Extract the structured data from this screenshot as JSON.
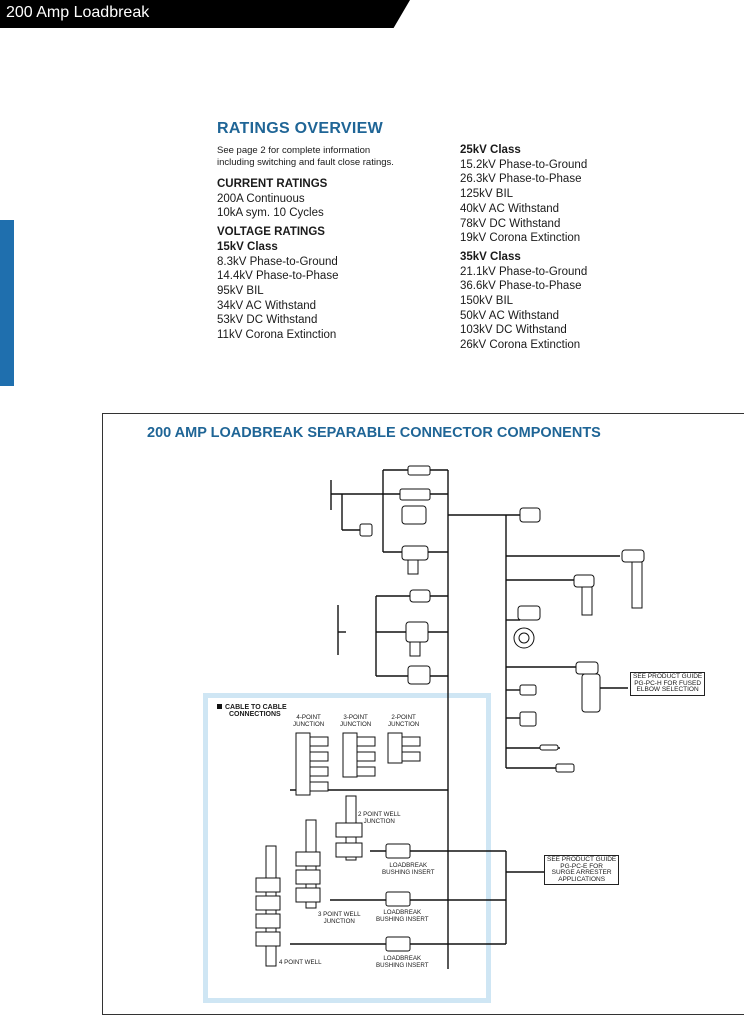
{
  "header": {
    "title": "200 Amp Loadbreak"
  },
  "ratings": {
    "title": "RATINGS OVERVIEW",
    "note_line1": "See page 2 for complete information",
    "note_line2": "including switching and fault close ratings.",
    "current_heading": "CURRENT RATINGS",
    "current_items": [
      "200A Continuous",
      "10kA sym. 10 Cycles"
    ],
    "voltage_heading": "VOLTAGE RATINGS",
    "class15": {
      "heading": "15kV Class",
      "items": [
        "8.3kV Phase-to-Ground",
        "14.4kV Phase-to-Phase",
        "95kV BIL",
        "34kV AC Withstand",
        "53kV DC Withstand",
        "11kV Corona Extinction"
      ]
    },
    "class25": {
      "heading": "25kV Class",
      "items": [
        "15.2kV Phase-to-Ground",
        "26.3kV Phase-to-Phase",
        "125kV BIL",
        "40kV AC Withstand",
        "78kV DC Withstand",
        "19kV Corona Extinction"
      ]
    },
    "class35": {
      "heading": "35kV Class",
      "items": [
        "21.1kV Phase-to-Ground",
        "36.6kV Phase-to-Phase",
        "150kV BIL",
        "50kV AC Withstand",
        "103kV DC Withstand",
        "26kV Corona Extinction"
      ]
    }
  },
  "diagram": {
    "title": "200 AMP LOADBREAK SEPARABLE CONNECTOR COMPONENTS",
    "inset_title_line1": "CABLE TO CABLE",
    "inset_title_line2": "CONNECTIONS",
    "labels": {
      "four_point_1": "4-POINT",
      "four_point_2": "JUNCTION",
      "three_point_1": "3-POINT",
      "three_point_2": "JUNCTION",
      "two_point_1": "2-POINT",
      "two_point_2": "JUNCTION",
      "two_well_1": "2 POINT WELL",
      "two_well_2": "JUNCTION",
      "three_well_1": "3 POINT WELL",
      "three_well_2": "JUNCTION",
      "four_well_1": "4 POINT WELL",
      "lbi_a1": "LOADBREAK",
      "lbi_a2": "BUSHING INSERT",
      "lbi_b1": "LOADBREAK",
      "lbi_b2": "BUSHING INSERT",
      "lbi_c1": "LOADBREAK",
      "lbi_c2": "BUSHING INSERT"
    },
    "guide_fused": [
      "SEE PRODUCT GUIDE",
      "PG-PC-H FOR FUSED",
      "ELBOW SELECTION"
    ],
    "guide_arrester": [
      "SEE PRODUCT GUIDE",
      "PG-PC-E FOR",
      "SURGE ARRESTER",
      "APPLICATIONS"
    ]
  },
  "colors": {
    "accent": "#1f6596",
    "side_tab": "#1f6fae",
    "inset_border": "#cfe6f4"
  }
}
